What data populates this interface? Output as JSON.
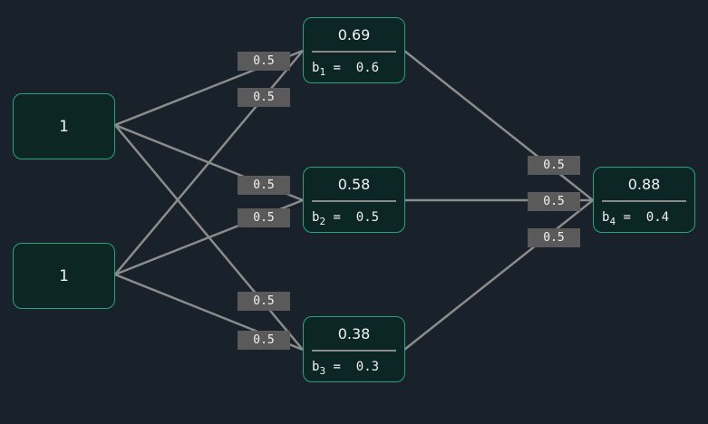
{
  "inputs": [
    {
      "id": "in1",
      "value": "1"
    },
    {
      "id": "in2",
      "value": "1"
    }
  ],
  "hidden": [
    {
      "id": "h1",
      "value": "0.69",
      "bias_symbol": "b",
      "bias_index": "1",
      "bias_equals": " = ",
      "bias_value": " 0.6"
    },
    {
      "id": "h2",
      "value": "0.58",
      "bias_symbol": "b",
      "bias_index": "2",
      "bias_equals": " = ",
      "bias_value": " 0.5"
    },
    {
      "id": "h3",
      "value": "0.38",
      "bias_symbol": "b",
      "bias_index": "3",
      "bias_equals": " = ",
      "bias_value": " 0.3"
    }
  ],
  "output": {
    "id": "out",
    "value": "0.88",
    "bias_symbol": "b",
    "bias_index": "4",
    "bias_equals": " = ",
    "bias_value": " 0.4"
  },
  "weights": [
    {
      "from": "in1",
      "to": "h1",
      "value": "0.5"
    },
    {
      "from": "in2",
      "to": "h1",
      "value": "0.5"
    },
    {
      "from": "in1",
      "to": "h2",
      "value": "0.5"
    },
    {
      "from": "in2",
      "to": "h2",
      "value": "0.5"
    },
    {
      "from": "in1",
      "to": "h3",
      "value": "0.5"
    },
    {
      "from": "in2",
      "to": "h3",
      "value": "0.5"
    },
    {
      "from": "h1",
      "to": "out",
      "value": "0.5"
    },
    {
      "from": "h2",
      "to": "out",
      "value": "0.5"
    },
    {
      "from": "h3",
      "to": "out",
      "value": "0.5"
    }
  ],
  "colors": {
    "background": "#19222a",
    "node_fill": "#0b2625",
    "node_border": "#2aa37c",
    "edge": "#8c8c8c",
    "weight_label_bg": "#5a5a5a",
    "text": "#f2f2f2"
  }
}
